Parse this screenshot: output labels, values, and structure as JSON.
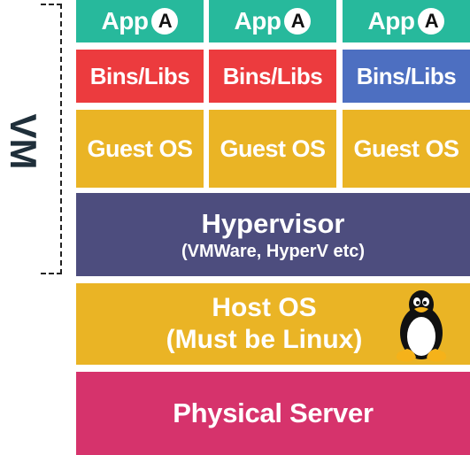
{
  "vm_label": "VM",
  "apps": [
    {
      "label": "App",
      "badge": "A"
    },
    {
      "label": "App",
      "badge": "A"
    },
    {
      "label": "App",
      "badge": "A"
    }
  ],
  "bins": [
    "Bins/Libs",
    "Bins/Libs",
    "Bins/Libs"
  ],
  "guest_os": [
    "Guest OS",
    "Guest OS",
    "Guest OS"
  ],
  "hypervisor": {
    "title": "Hypervisor",
    "subtitle": "(VMWare, HyperV etc)"
  },
  "host_os": {
    "line1": "Host OS",
    "line2": "(Must be Linux)"
  },
  "physical_server": "Physical Server",
  "colors": {
    "app": "#27b99c",
    "bins_red": "#ec3b3e",
    "bins_blue": "#4d6fc1",
    "guest_os": "#eab425",
    "hypervisor": "#4d4d7e",
    "host_os": "#eab425",
    "physical_server": "#d6336c"
  },
  "icons": {
    "host_os": "linux-tux-penguin-icon"
  }
}
